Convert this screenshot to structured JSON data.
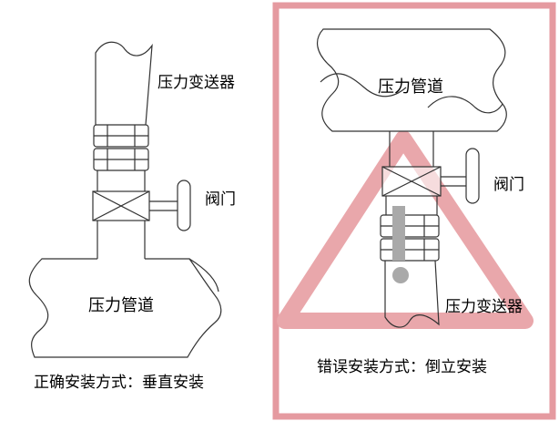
{
  "colors": {
    "frame": "#e59aa0",
    "warning_triangle": "#e9a7ab",
    "exclamation": "#a9a9a9",
    "line": "#333333"
  },
  "left": {
    "transmitter_label": "压力变送器",
    "valve_label": "阀门",
    "pipe_label": "压力管道",
    "caption": "正确安装方式：垂直安装"
  },
  "right": {
    "pipe_label": "压力管道",
    "valve_label": "阀门",
    "transmitter_label": "压力变送器",
    "caption": "错误安装方式：倒立安装",
    "warning_icon": "warning-triangle-icon"
  }
}
